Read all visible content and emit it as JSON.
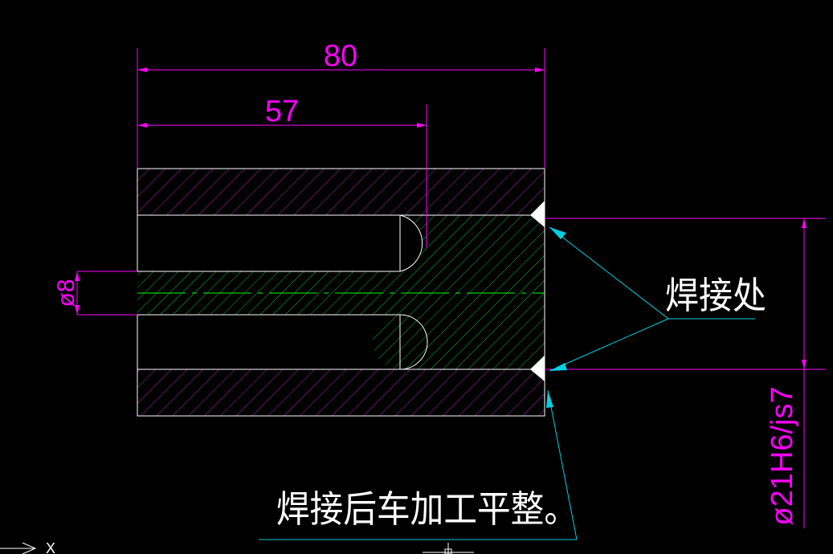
{
  "drawing": {
    "dimensions": {
      "overall_length": "80",
      "partial_length": "57",
      "rod_diameter": "ø8",
      "bore_fit": "ø21H6/js7"
    },
    "notes": {
      "weld_location": "焊接处",
      "machining_note": "焊接后车加工平整。"
    },
    "axis_indicator": {
      "label": "X"
    }
  },
  "colors": {
    "background": "#000000",
    "outline": "#ffffff",
    "dimension": "#ff00ff",
    "hatch_sleeve": "#c020c0",
    "hatch_core": "#00c040",
    "leader": "#00d0e0",
    "centerline": "#00ff00"
  }
}
